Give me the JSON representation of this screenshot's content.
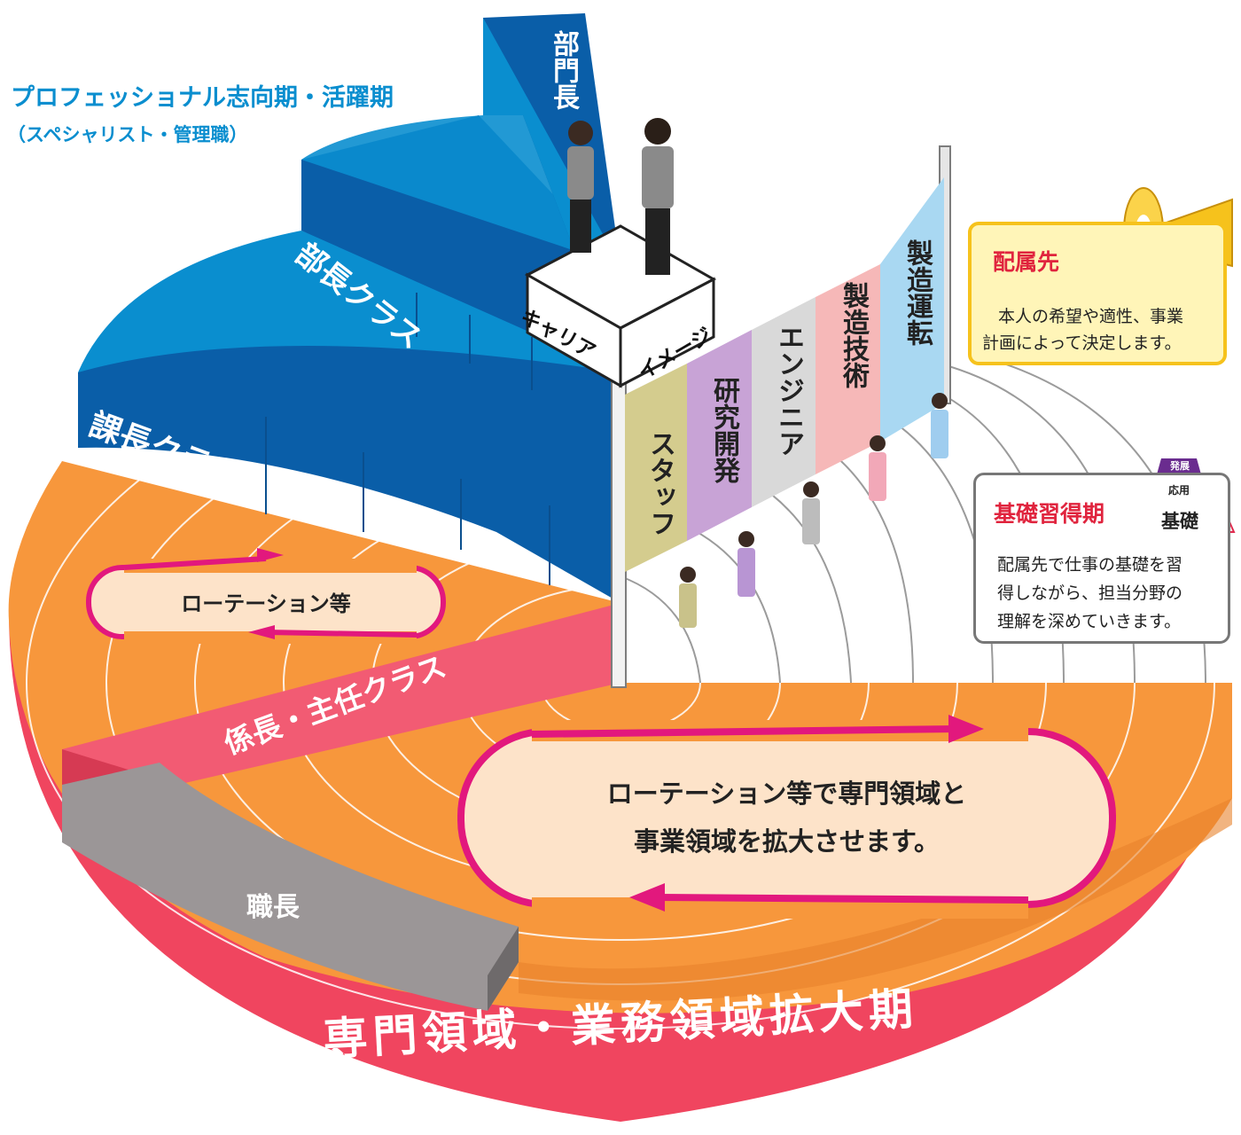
{
  "header": {
    "title": "プロフェッショナル志向期・活躍期",
    "subtitle": "（スペシャリスト・管理職）"
  },
  "levels": {
    "bumoncho": "部門長",
    "bucho": "部長クラス",
    "kacho": "課長クラス",
    "kakaricho": "係長・主任クラス",
    "shokucho": "職長"
  },
  "career_box": {
    "left": "キャリア",
    "right": "イメージ"
  },
  "banners": [
    {
      "label": "スタッフ",
      "color": "#d4cc8e"
    },
    {
      "label": "研究開発",
      "color": "#c8a3d6"
    },
    {
      "label": "エンジニア",
      "color": "#d9d9d9"
    },
    {
      "label": "製造技術",
      "color": "#f6b8b8"
    },
    {
      "label": "製造運転",
      "color": "#a9d8f2"
    }
  ],
  "assignment": {
    "title": "配属先",
    "text_line1": "本人の希望や適性、事業",
    "text_line2": "計画によって決定します。"
  },
  "basics": {
    "title": "基礎習得期",
    "text_line1": "配属先で仕事の基礎を習",
    "text_line2": "得しながら、担当分野の",
    "text_line3": "理解を深めていきます。",
    "pyramid_top": "発展",
    "pyramid_mid": "応用",
    "pyramid_base": "基礎"
  },
  "rotation_small": "ローテーション等",
  "rotation_big": {
    "line1": "ローテーション等で専門領域と",
    "line2": "事業領域を拡大させます。"
  },
  "bottom_title": "専門領域・業務領域拡大期",
  "colors": {
    "blue_dark": "#0a5ea8",
    "blue": "#0a8ecf",
    "orange": "#f7973c",
    "red": "#f0455f",
    "pink_band": "#f25b73",
    "magenta": "#e2187d",
    "gray": "#9b9697",
    "yellow_box": "#fff5b8",
    "yellow_border": "#f6c21c"
  }
}
